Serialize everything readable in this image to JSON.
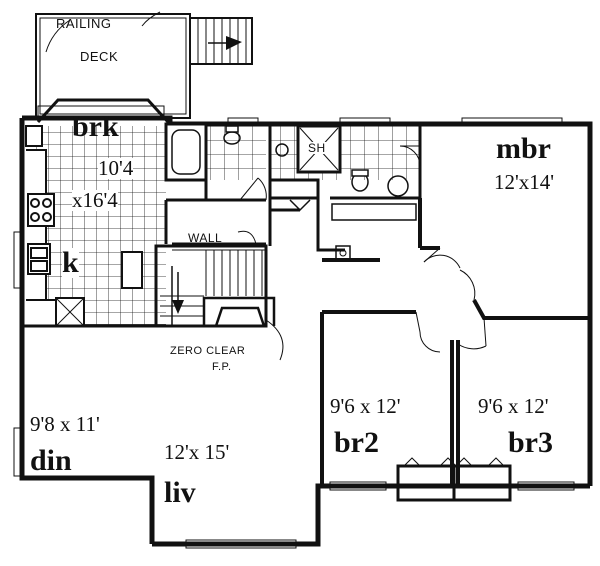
{
  "labels": {
    "railing": "RAILING",
    "deck": "DECK",
    "brk": "brk",
    "brk_dims_line1": "10'4",
    "brk_dims_line2": "x16'4",
    "k": "k",
    "sh": "SH",
    "wall": "WALL",
    "mbr": "mbr",
    "mbr_dims": "12'x14'",
    "zero_clear_line1": "ZERO CLEAR",
    "zero_clear_line2": "F.P.",
    "br2_dims": "9'6 x 12'",
    "br2": "br2",
    "br3_dims": "9'6 x 12'",
    "br3": "br3",
    "din_dims": "9'8 x 11'",
    "din": "din",
    "liv_dims": "12'x 15'",
    "liv": "liv"
  },
  "colors": {
    "ink": "#111111",
    "paper": "#ffffff"
  }
}
